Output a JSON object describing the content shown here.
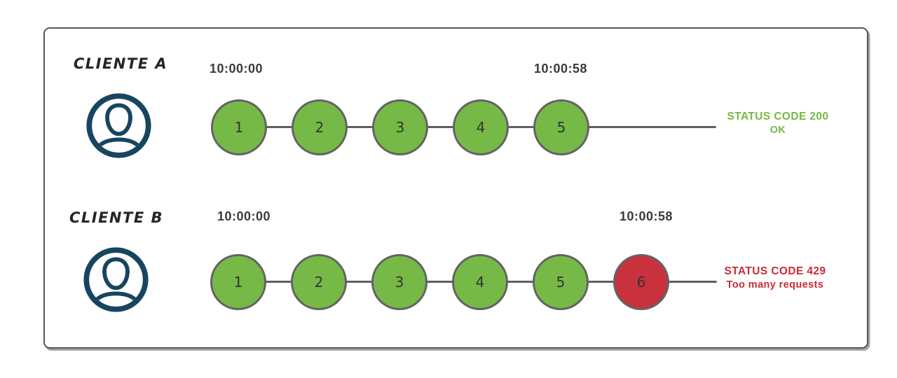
{
  "colors": {
    "request_ok": "#76B947",
    "request_rate_limited": "#C9313D",
    "circle_border": "#636363",
    "track_line": "#5F5F5F",
    "frame_border": "#58585A",
    "user_icon": "#17455F",
    "timestamp_text": "#3A3A3A",
    "status_ok_text": "#77B843",
    "status_error_text": "#CC2936"
  },
  "rows": [
    {
      "client_label": "CLIENTE A",
      "start_time": "10:00:00",
      "end_time": "10:00:58",
      "requests": [
        {
          "label": "1",
          "state": "ok"
        },
        {
          "label": "2",
          "state": "ok"
        },
        {
          "label": "3",
          "state": "ok"
        },
        {
          "label": "4",
          "state": "ok"
        },
        {
          "label": "5",
          "state": "ok"
        }
      ],
      "status_line1": "STATUS CODE 200",
      "status_line2": "OK"
    },
    {
      "client_label": "CLIENTE B",
      "start_time": "10:00:00",
      "end_time": "10:00:58",
      "requests": [
        {
          "label": "1",
          "state": "ok"
        },
        {
          "label": "2",
          "state": "ok"
        },
        {
          "label": "3",
          "state": "ok"
        },
        {
          "label": "4",
          "state": "ok"
        },
        {
          "label": "5",
          "state": "ok"
        },
        {
          "label": "6",
          "state": "rate-limited"
        }
      ],
      "status_line1": "STATUS CODE 429",
      "status_line2": "Too many requests"
    }
  ]
}
